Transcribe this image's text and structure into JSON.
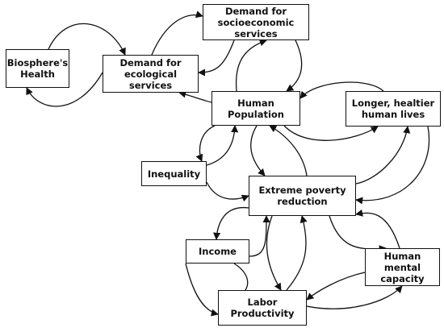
{
  "diagram": {
    "nodes": {
      "biosphere": {
        "label": "Biosphere's\nHealth"
      },
      "eco": {
        "label": "Demand for\necological services"
      },
      "socio": {
        "label": "Demand for\nsocioeconomic services"
      },
      "pop": {
        "label": "Human\nPopulation"
      },
      "longer": {
        "label": "Longer, healtier\nhuman lives"
      },
      "ineq": {
        "label": "Inequality"
      },
      "poverty": {
        "label": "Extreme poverty\nreduction"
      },
      "income": {
        "label": "Income"
      },
      "labor": {
        "label": "Labor\nProductivity"
      },
      "mental": {
        "label": "Human mental\ncapacity"
      }
    },
    "edges": [
      {
        "from": "biosphere",
        "to": "eco"
      },
      {
        "from": "eco",
        "to": "biosphere"
      },
      {
        "from": "eco",
        "to": "socio"
      },
      {
        "from": "socio",
        "to": "eco"
      },
      {
        "from": "pop",
        "to": "eco"
      },
      {
        "from": "pop",
        "to": "socio"
      },
      {
        "from": "socio",
        "to": "pop"
      },
      {
        "from": "longer",
        "to": "pop"
      },
      {
        "from": "pop",
        "to": "longer"
      },
      {
        "from": "pop",
        "to": "ineq"
      },
      {
        "from": "ineq",
        "to": "pop"
      },
      {
        "from": "ineq",
        "to": "poverty"
      },
      {
        "from": "pop",
        "to": "poverty"
      },
      {
        "from": "poverty",
        "to": "pop"
      },
      {
        "from": "poverty",
        "to": "longer"
      },
      {
        "from": "longer",
        "to": "poverty"
      },
      {
        "from": "poverty",
        "to": "income"
      },
      {
        "from": "income",
        "to": "poverty"
      },
      {
        "from": "income",
        "to": "labor"
      },
      {
        "from": "poverty",
        "to": "labor"
      },
      {
        "from": "labor",
        "to": "poverty"
      },
      {
        "from": "poverty",
        "to": "mental"
      },
      {
        "from": "mental",
        "to": "poverty"
      },
      {
        "from": "labor",
        "to": "mental"
      },
      {
        "from": "mental",
        "to": "labor"
      },
      {
        "from": "ineq",
        "to": "labor"
      }
    ]
  }
}
